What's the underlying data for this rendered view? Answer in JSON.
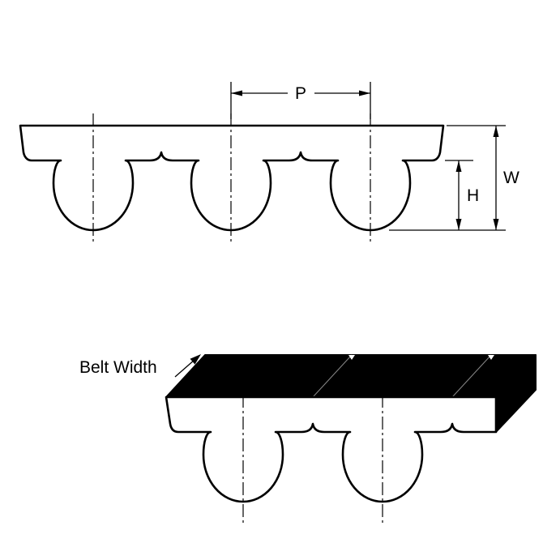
{
  "profile_view": {
    "pitch_label": "P",
    "overall_thickness_label": "W",
    "tooth_height_label": "H"
  },
  "iso_view": {
    "belt_width_label": "Belt Width"
  },
  "colors": {
    "ink": "#000000",
    "background": "#ffffff",
    "belt_top_face": "#000000"
  }
}
